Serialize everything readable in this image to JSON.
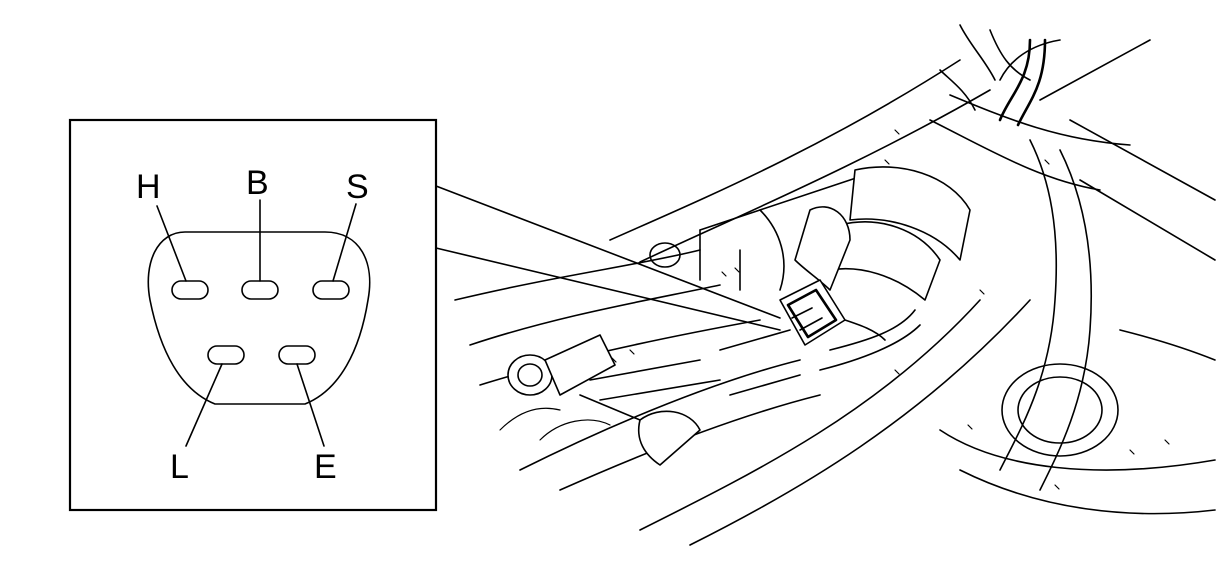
{
  "connector": {
    "pins": {
      "H": "H",
      "B": "B",
      "S": "S",
      "L": "L",
      "E": "E"
    }
  }
}
